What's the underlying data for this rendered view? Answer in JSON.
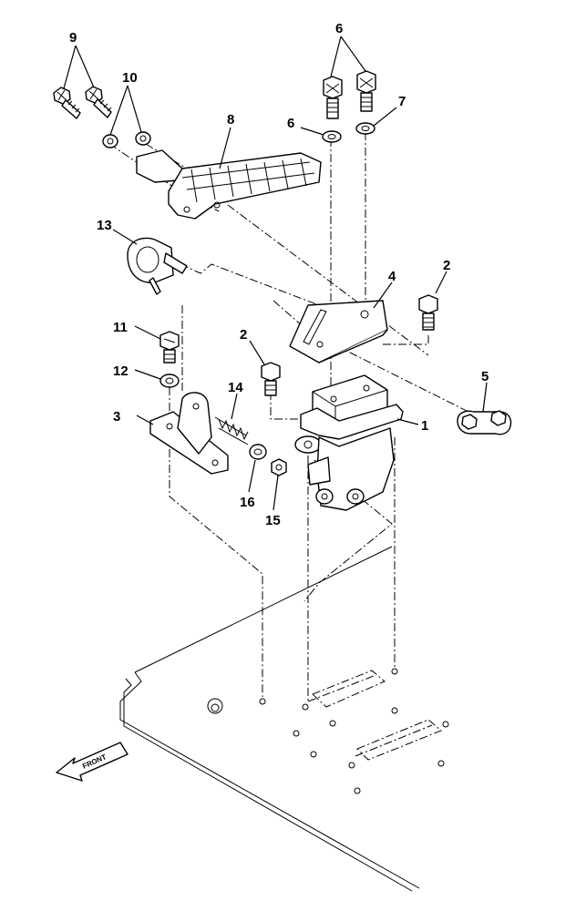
{
  "diagram": {
    "front_label": "FRONT",
    "callouts": [
      {
        "id": "c1",
        "text": "1"
      },
      {
        "id": "c2a",
        "text": "2"
      },
      {
        "id": "c2b",
        "text": "2"
      },
      {
        "id": "c3",
        "text": "3"
      },
      {
        "id": "c4",
        "text": "4"
      },
      {
        "id": "c5",
        "text": "5"
      },
      {
        "id": "c6a",
        "text": "6"
      },
      {
        "id": "c6b",
        "text": "6"
      },
      {
        "id": "c7",
        "text": "7"
      },
      {
        "id": "c8",
        "text": "8"
      },
      {
        "id": "c9",
        "text": "9"
      },
      {
        "id": "c10",
        "text": "10"
      },
      {
        "id": "c11",
        "text": "11"
      },
      {
        "id": "c12",
        "text": "12"
      },
      {
        "id": "c13",
        "text": "13"
      },
      {
        "id": "c14",
        "text": "14"
      },
      {
        "id": "c15",
        "text": "15"
      },
      {
        "id": "c16",
        "text": "16"
      }
    ]
  }
}
